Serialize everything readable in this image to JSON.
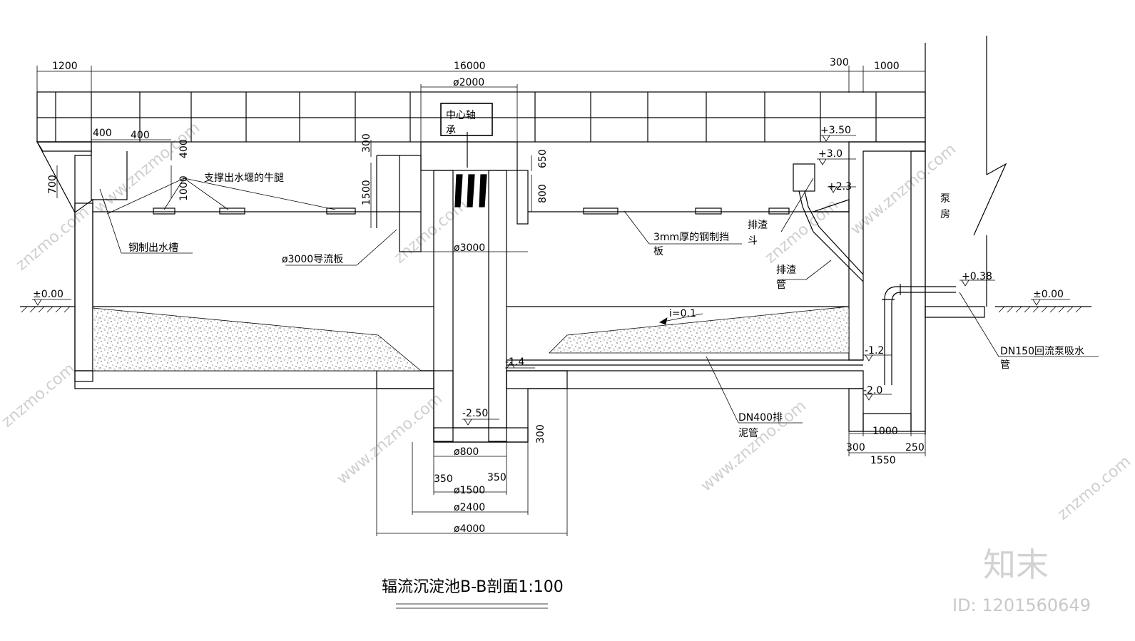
{
  "title": "辐流沉淀池B-B剖面1:100",
  "dimensions": {
    "top_1200": "1200",
    "top_16000": "16000",
    "top_300": "300",
    "top_1000": "1000",
    "d2000": "ø2000",
    "d3000": "ø3000",
    "d800": "ø800",
    "d1500": "ø1500",
    "d2400": "ø2400",
    "d4000": "ø4000",
    "w400a": "400",
    "w400b": "400",
    "h400": "400",
    "h700": "700",
    "h1000": "1000",
    "h300": "300",
    "h650": "650",
    "h1500": "1500",
    "h800": "800",
    "h300b": "300",
    "w350a": "350",
    "w350b": "350",
    "b1000": "1000",
    "b300": "300",
    "b250": "250",
    "b1550": "1550"
  },
  "elevations": {
    "e350": "+3.50",
    "e30": "+3.0",
    "e23": "+2.3",
    "e038": "+0.38",
    "e000_left": "±0.00",
    "e000_right": "±0.00",
    "em14": "-1.4",
    "em12": "-1.2",
    "em20": "-2.0",
    "em250": "-2.50"
  },
  "labels": {
    "center_shaft_1": "中心轴",
    "center_shaft_2": "承",
    "weir_bracket": "支撑出水堰的牛腿",
    "steel_trough": "钢制出水槽",
    "baffle_3000": "ø3000导流板",
    "steel_baffle_1": "3mm厚的钢制挡",
    "steel_baffle_2": "板",
    "scum_hopper_1": "排渣",
    "scum_hopper_2": "斗",
    "scum_pipe_1": "排渣",
    "scum_pipe_2": "管",
    "slope": "i=0.1",
    "sludge_pipe_1": "DN400排",
    "sludge_pipe_2": "泥管",
    "return_pipe_1": "DN150回流泵吸水",
    "return_pipe_2": "管",
    "pump_room_1": "泵",
    "pump_room_2": "房"
  },
  "watermark": {
    "site": "znzmo.com",
    "site_www": "www.znzmo.com",
    "brand": "知末",
    "id": "ID: 1201560649"
  }
}
